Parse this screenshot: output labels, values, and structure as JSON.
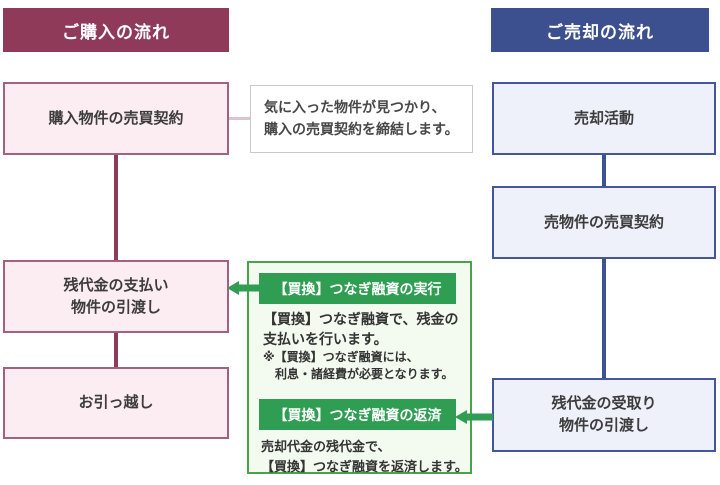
{
  "purchase": {
    "header": "ご購入の流れ",
    "steps": [
      "購入物件の売買契約",
      "残代金の支払い\n物件の引渡し",
      "お引っ越し"
    ]
  },
  "sale": {
    "header": "ご売却の流れ",
    "steps": [
      "売却活動",
      "売物件の売買契約",
      "残代金の受取り\n物件の引渡し"
    ]
  },
  "note": {
    "text": "気に入った物件が見つかり、\n購入の売買契約を締結します。"
  },
  "bridge": {
    "execute": {
      "title": "【買換】つなぎ融資の実行",
      "body": "【買換】つなぎ融資で、残金の\n支払いを行います。",
      "note": "※【買換】つなぎ融資には、\n　利息・諸経費が必要となります。"
    },
    "repay": {
      "title": "【買換】つなぎ融資の返済",
      "body": "売却代金の残代金で、\n【買換】つなぎ融資を返済します。"
    }
  },
  "colors": {
    "purchase_accent": "#8e3a58",
    "sale_accent": "#3c4f8e",
    "bridge_accent": "#2f9e52",
    "purchase_box_bg": "#fcedf3",
    "sale_box_bg": "#eef0fa",
    "bridge_box_bg": "#f3faef"
  }
}
